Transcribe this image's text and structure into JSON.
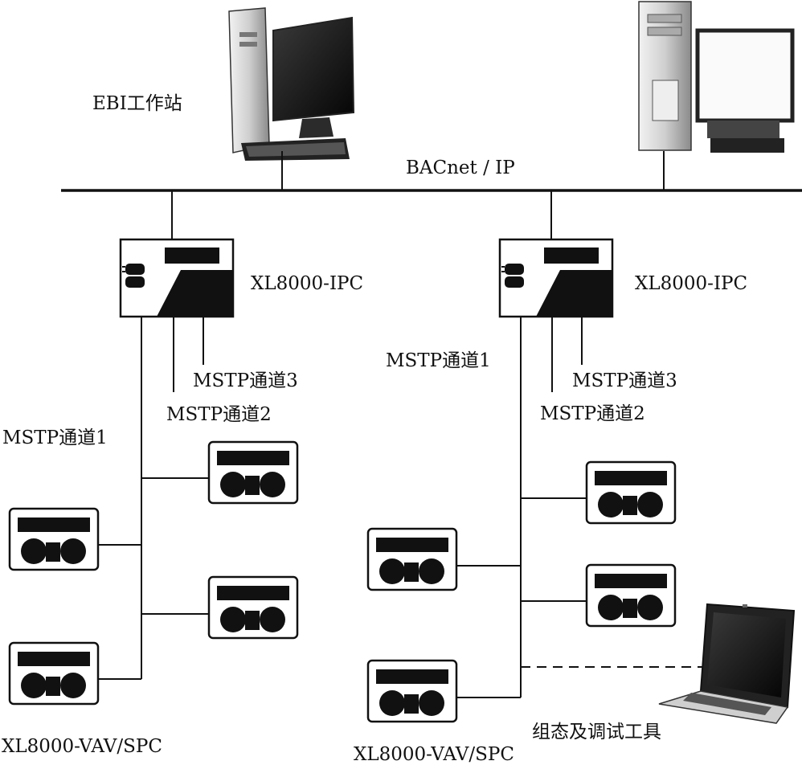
{
  "labels": {
    "workstation": "EBI工作站",
    "network": "BACnet / IP",
    "ipc_left": "XL8000-IPC",
    "ipc_right": "XL8000-IPC",
    "left_ch1": "MSTP通道1",
    "left_ch2": "MSTP通道2",
    "left_ch3": "MSTP通道3",
    "right_ch1": "MSTP通道1",
    "right_ch2": "MSTP通道2",
    "right_ch3": "MSTP通道3",
    "vav_left": "XL8000-VAV/SPC",
    "vav_right": "XL8000-VAV/SPC",
    "tool": "组态及调试工具"
  },
  "colors": {
    "ink": "#111111",
    "monitor_screen": "#1a1a1a",
    "case_light": "#d9d9d9"
  },
  "icons": [
    "desktop-computer-icon",
    "server-computer-icon",
    "ipc-controller-icon",
    "vav-controller-icon",
    "laptop-icon"
  ]
}
